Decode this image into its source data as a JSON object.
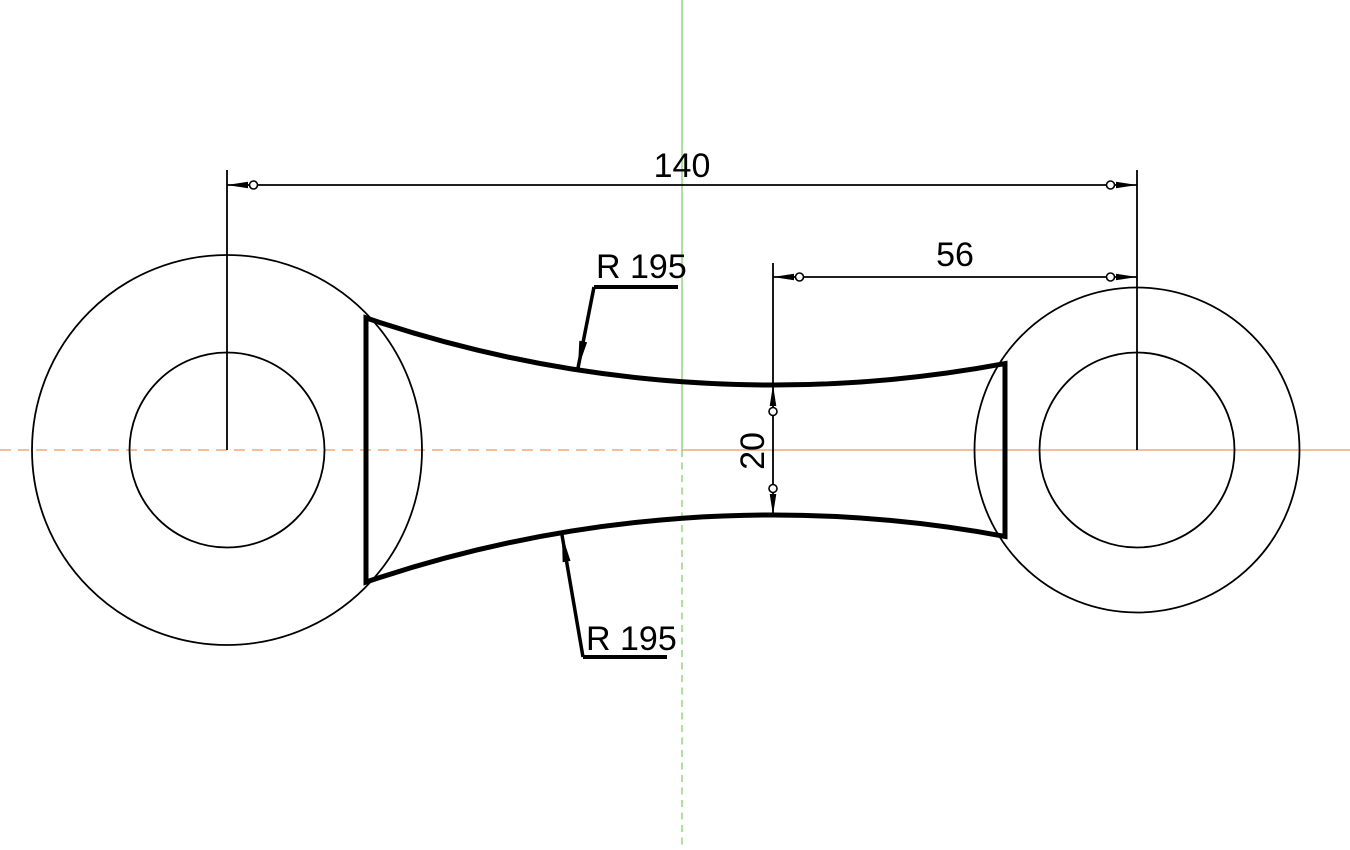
{
  "drawing": {
    "type": "cad-technical-drawing",
    "part": "connecting-rod-profile",
    "dimensions": {
      "overall_length": "140",
      "neck_to_right_center": "56",
      "neck_width": "20",
      "radius_top": "R 195",
      "radius_bottom": "R 195"
    },
    "colors": {
      "geometry": "#000000",
      "vertical_axis": "#9bd88a",
      "horizontal_axis": "#eda87c",
      "background": "#ffffff"
    }
  }
}
